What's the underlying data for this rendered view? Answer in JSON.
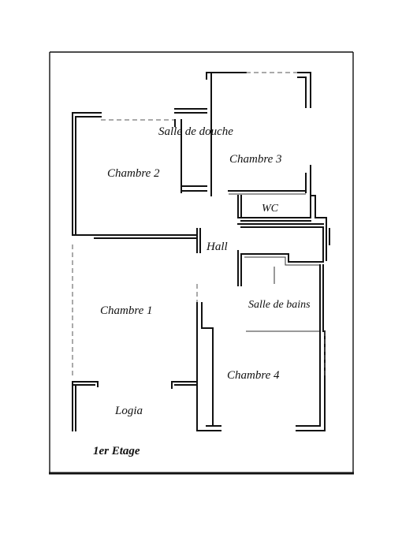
{
  "floor_label": "1er Etage",
  "rooms": {
    "salle_de_douche": "Salle de douche",
    "chambre_3": "Chambre 3",
    "chambre_2": "Chambre 2",
    "wc": "WC",
    "hall": "Hall",
    "chambre_1": "Chambre 1",
    "salle_de_bains": "Salle de bains",
    "chambre_4": "Chambre 4",
    "logia": "Logia"
  }
}
